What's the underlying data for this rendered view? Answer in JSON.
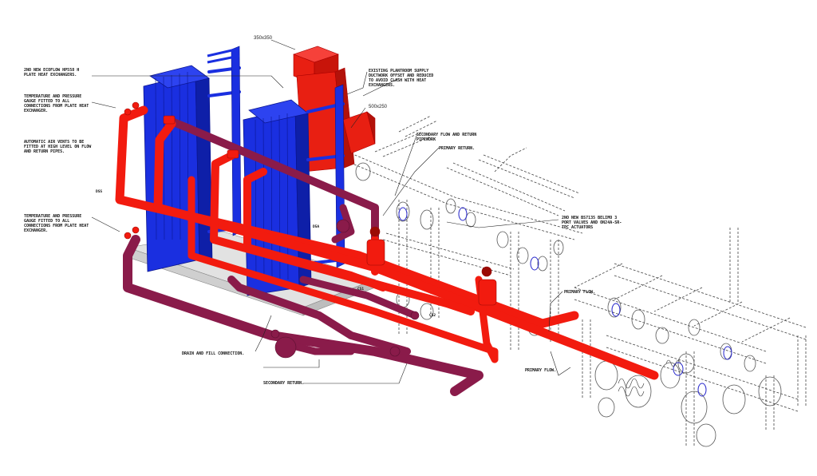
{
  "colors": {
    "primary_pipe": "#f21b0f",
    "secondary_pipe": "#8a1b4a",
    "heat_exchanger": "#1a2fe0",
    "duct": "#f21b0f",
    "plinth": "#d8d8d8",
    "linework": "#333333"
  },
  "dimensions": {
    "duct_top": "350x350",
    "duct_side": "500x250"
  },
  "annotations": {
    "phx_title": "2No NEW ECOFLOW HP558 H\nPLATE HEAT EXCHANGERS.",
    "gauge_top": "TEMPERATURE AND PRESSURE\nGAUGE FITTED TO ALL\nCONNECTIONS FROM PLATE HEAT\nEXCHANGER.",
    "air_vents": "AUTOMATIC AIR VENTS TO BE\nFITTED AT HIGH LEVEL ON FLOW\nAND RETURN PIPES.",
    "gauge_bottom": "TEMPERATURE AND PRESSURE\nGAUGE FITTED TO ALL\nCONNECTIONS FROM PLATE HEAT\nEXCHANGER.",
    "existing_duct": "EXISTING PLANTROOM SUPPLY\nDUCTWORK OFFSET AND REDUCED\nTO AVOID CLASH WITH HEAT\nEXCHANGERS.",
    "secondary_flow_return": "SECONDARY FLOW AND RETURN\nPIPEWORK",
    "primary_return": "PRIMARY RETURN.",
    "valves_note": "2No NEW BS7135 BELIMO 3\nPORT VALVES AND ON24A-SR-\nTPC ACTUATORS",
    "primary_flow_upper": "PRIMARY FLOW.",
    "primary_flow_lower": "PRIMARY FLOW.",
    "drain_fill": "DRAIN AND FILL CONNECTION.",
    "secondary_return": "SECONDARY RETURN."
  },
  "tags": {
    "dss": "DSS",
    "d5a": "D5A",
    "cs1": "CS1",
    "cs2": "CS2"
  }
}
